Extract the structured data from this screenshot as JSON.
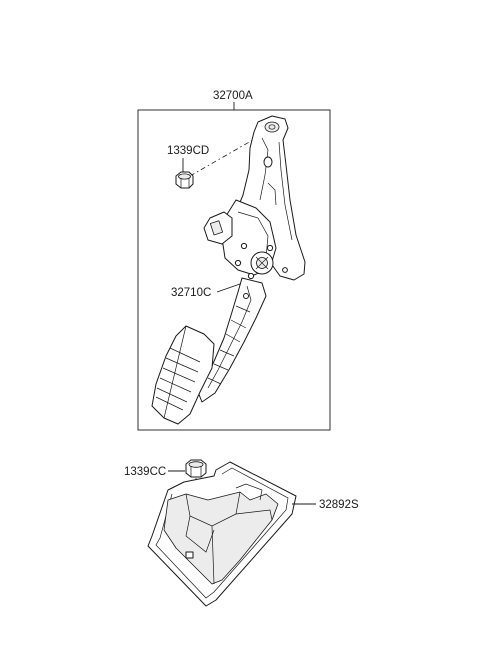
{
  "labels": {
    "assembly": "32700A",
    "nut_top": "1339CD",
    "pedal_arm": "32710C",
    "nut_bottom": "1339CC",
    "pad": "32892S"
  }
}
